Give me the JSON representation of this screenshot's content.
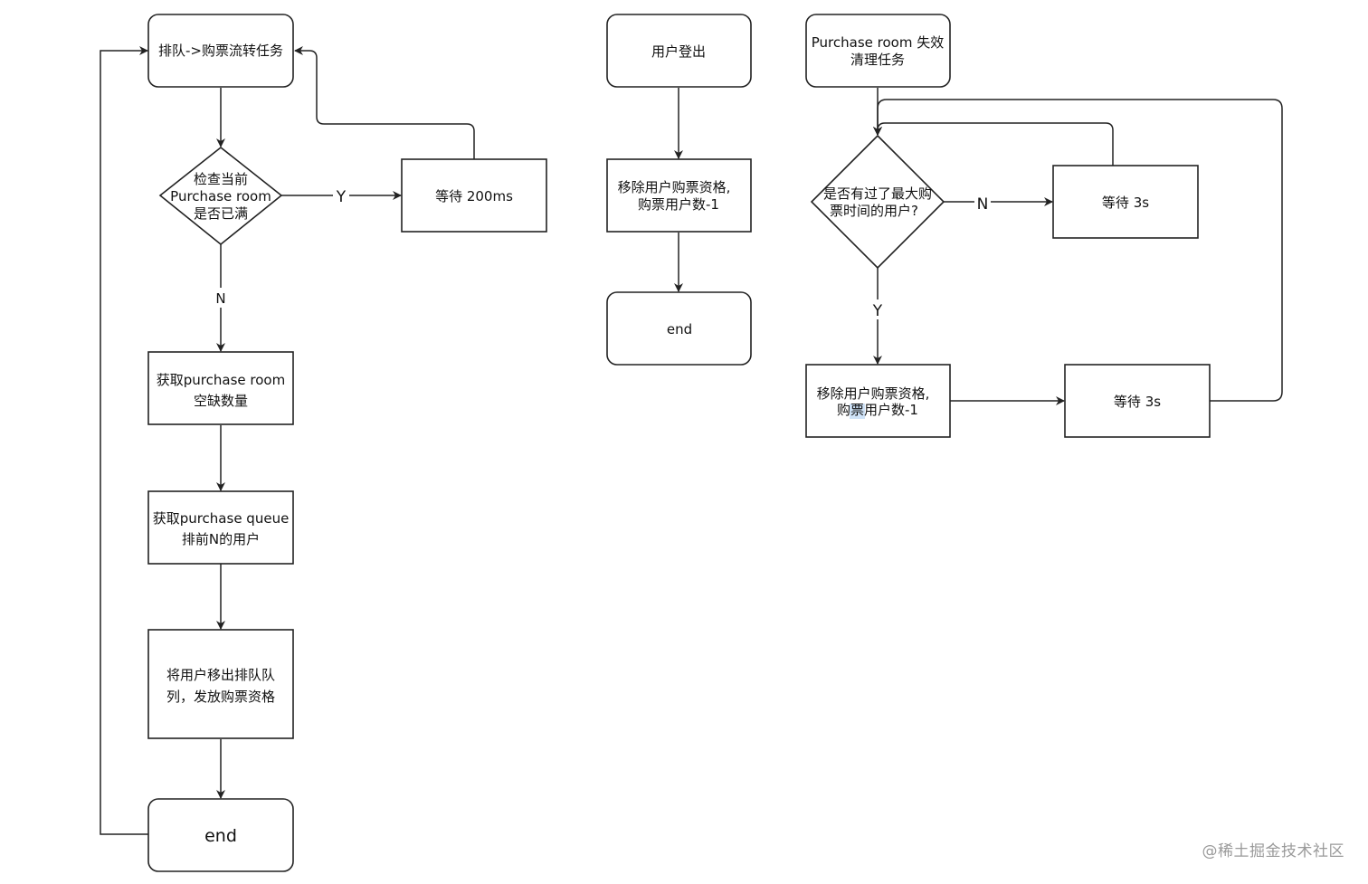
{
  "flow_left": {
    "start": "排队->购票流转任务",
    "check": [
      "检查当前",
      "Purchase room",
      "是否已满"
    ],
    "wait": "等待 200ms",
    "yes_label": "Y",
    "no_label": "N",
    "get_room": [
      "获取purchase room",
      "空缺数量"
    ],
    "get_queue": [
      "获取purchase queue",
      "排前N的用户"
    ],
    "move_user": [
      "将用户移出排队队",
      "列，发放购票资格"
    ],
    "end": "end"
  },
  "flow_middle": {
    "start": "用户登出",
    "remove": [
      "移除用户购票资格,",
      "购票用户数-1"
    ],
    "end": "end"
  },
  "flow_right": {
    "start": [
      "Purchase room 失效",
      "清理任务"
    ],
    "check": [
      "是否有过了最大购",
      "票时间的用户?"
    ],
    "no_label": "N",
    "yes_label": "Y",
    "wait_no": "等待 3s",
    "remove": [
      "移除用户购票资格,",
      "购票用户数-1"
    ],
    "wait_after": "等待 3s"
  },
  "watermark": "@稀土掘金技术社区",
  "colors": {
    "stroke": "#222222",
    "fill": "#ffffff",
    "text": "#111111",
    "selection_highlight": "#cfe3f8",
    "watermark": "#9a9a9a"
  }
}
